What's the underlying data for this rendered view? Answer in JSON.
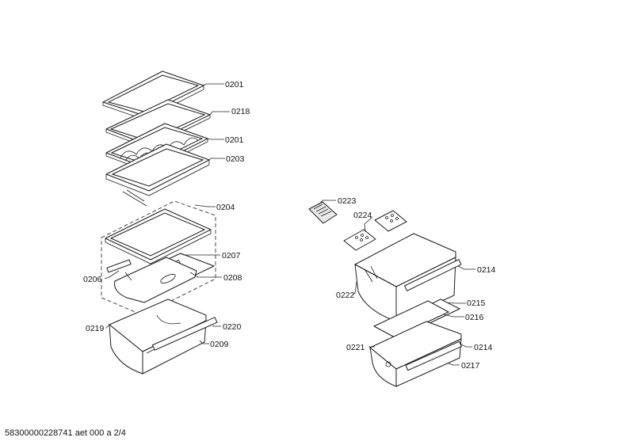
{
  "callouts": {
    "c0201a": "0201",
    "c0218": "0218",
    "c0201b": "0201",
    "c0203": "0203",
    "c0204": "0204",
    "c0207": "0207",
    "c0206": "0206",
    "c0208": "0208",
    "c0219": "0219",
    "c0220": "0220",
    "c0209": "0209",
    "c0223": "0223",
    "c0224": "0224",
    "c0214a": "0214",
    "c0222": "0222",
    "c0215": "0215",
    "c0216": "0216",
    "c0221": "0221",
    "c0214b": "0214",
    "c0217": "0217"
  },
  "footer": "58300000228741 aet 000 a 2/4"
}
